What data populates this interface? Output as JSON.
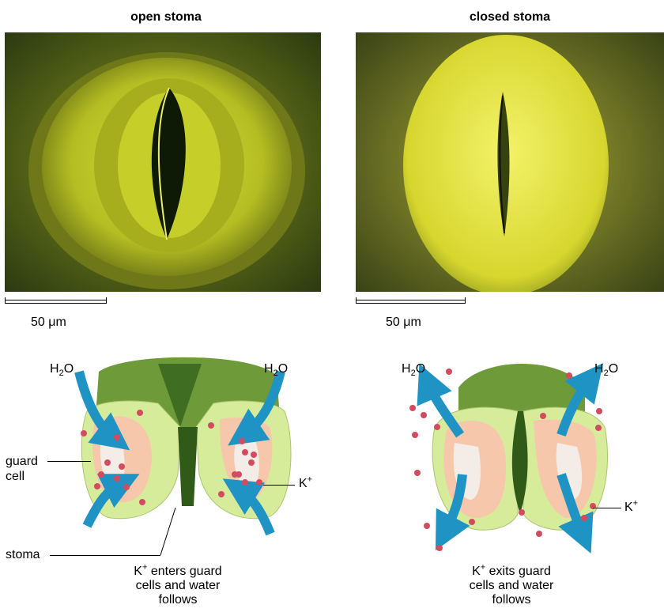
{
  "headings": {
    "open": "open stoma",
    "closed": "closed stoma"
  },
  "scale": {
    "open": "50 μm",
    "closed": "50 μm"
  },
  "labels": {
    "h2o_h": "H",
    "h2o_sub": "2",
    "h2o_o": "O",
    "k_base": "K",
    "k_sup": "+",
    "guard_cell_1": "guard",
    "guard_cell_2": "cell",
    "stoma": "stoma"
  },
  "captions": {
    "enters": {
      "k": "K",
      "sup": "+",
      "line1": " enters guard",
      "line2": "cells and water",
      "line3": "follows"
    },
    "exits": {
      "k": "K",
      "sup": "+",
      "line1": " exits guard",
      "line2": "cells and water",
      "line3": "follows"
    }
  },
  "colors": {
    "arrow": "#1f93c3",
    "ion": "#d24b5e",
    "cell_outer": "#d7ec9b",
    "cell_inner": "#f6c7aa",
    "micrograph": "#c9cf2a"
  }
}
